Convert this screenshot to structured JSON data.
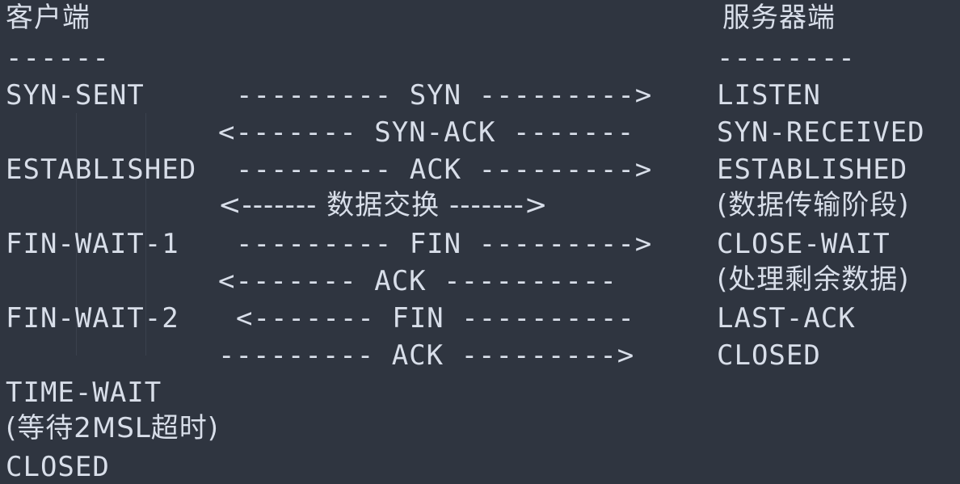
{
  "header": {
    "client_title": "客户端",
    "server_title": "服务器端",
    "client_divider": "------",
    "server_divider": "--------"
  },
  "rows": [
    {
      "client": "SYN-SENT",
      "message": "--------- SYN --------->",
      "server": "LISTEN"
    },
    {
      "client": "",
      "message": "<------- SYN-ACK -------",
      "server": "SYN-RECEIVED"
    },
    {
      "client": "ESTABLISHED",
      "message": "--------- ACK --------->",
      "server": "ESTABLISHED"
    },
    {
      "client": "",
      "message": "<------- 数据交换 ------->",
      "server": "(数据传输阶段)"
    },
    {
      "client": "FIN-WAIT-1",
      "message": "--------- FIN --------->",
      "server": "CLOSE-WAIT"
    },
    {
      "client": "",
      "message": "<------- ACK ----------",
      "server": "(处理剩余数据)"
    },
    {
      "client": "FIN-WAIT-2",
      "message": "<------- FIN ----------",
      "server": "LAST-ACK"
    },
    {
      "client": "",
      "message": "--------- ACK --------->",
      "server": "CLOSED"
    }
  ],
  "footer": [
    "TIME-WAIT",
    "(等待2MSL超时)",
    "CLOSED"
  ]
}
